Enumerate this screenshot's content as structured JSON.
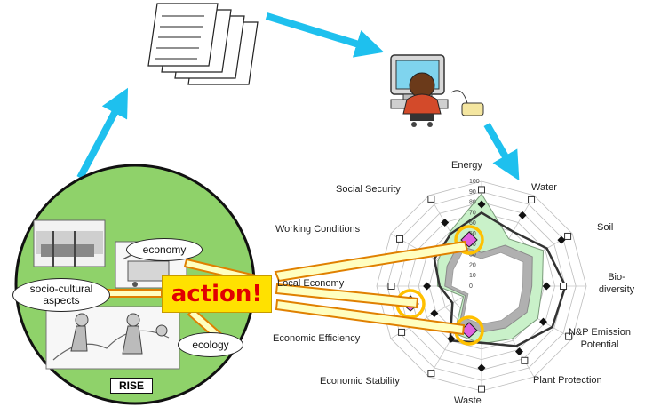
{
  "cycle": {
    "circle_label": "RISE",
    "action_label": "action!",
    "ovals": {
      "economy": "economy",
      "socio_cultural": "socio-cultural aspects",
      "ecology": "ecology"
    }
  },
  "radar": {
    "indicators": [
      "Energy",
      "Water",
      "Soil",
      "Bio- diversity",
      "N&P Emission Potential",
      "Plant Protection",
      "Waste",
      "Economic Stability",
      "Economic Efficiency",
      "Local Economy",
      "Working Conditions",
      "Social Security"
    ],
    "scale_ticks": [
      "100",
      "90",
      "80",
      "70",
      "60",
      "50",
      "40",
      "30",
      "20",
      "10",
      "0"
    ],
    "scale_max": 100,
    "outer_band": [
      88,
      52,
      68,
      58,
      62,
      58,
      55,
      52,
      20,
      42,
      48,
      60
    ],
    "inner_band": [
      32,
      45,
      56,
      48,
      50,
      46,
      44,
      42,
      18,
      35,
      38,
      45
    ],
    "thick_line": [
      70,
      60,
      72,
      80,
      78,
      66,
      54,
      60,
      32,
      40,
      52,
      58
    ],
    "square_markers": [
      92,
      95,
      95,
      78,
      96,
      82,
      98,
      96,
      88,
      86,
      90,
      96
    ],
    "diamond_markers": [
      78,
      78,
      88,
      62,
      68,
      72,
      78,
      58,
      52,
      52,
      64,
      70
    ],
    "highlight_indicators": [
      "Energy",
      "Waste",
      "Local Economy"
    ],
    "colors": {
      "outer_band": "#c9f1c9",
      "inner_band": "#b0b0b0",
      "line": "#333333",
      "highlight_ring": "#ffc000",
      "highlight_fill": "#e060e0",
      "arrow_fill": "#ffffc0",
      "arrow_stroke": "#e08000",
      "cycle_arrow": "#1ec0ee",
      "circle_fill": "#8fd26a"
    }
  }
}
